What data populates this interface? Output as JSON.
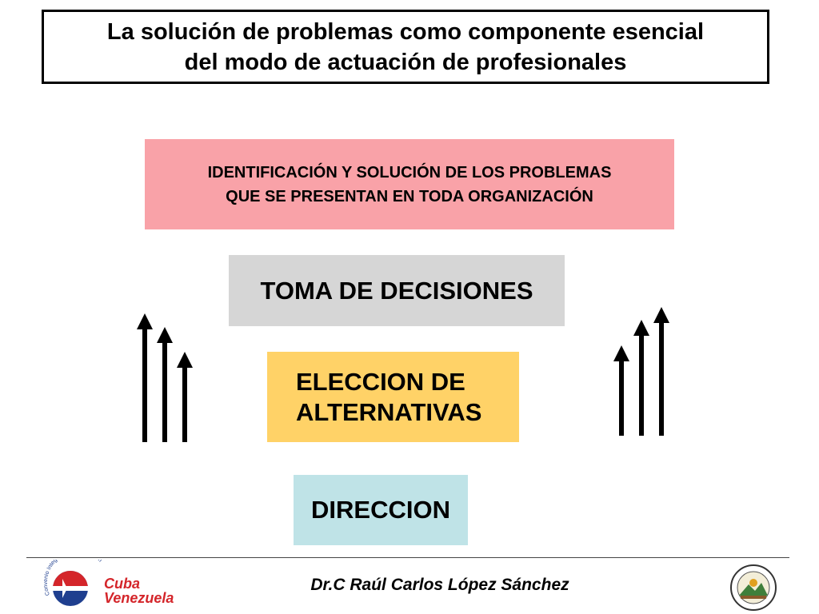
{
  "title": "La solución de problemas como componente esencial\ndel modo de actuación de profesionales",
  "boxes": {
    "identificacion": "IDENTIFICACIÓN Y SOLUCIÓN DE LOS PROBLEMAS\nQUE SE PRESENTAN EN TODA ORGANIZACIÓN",
    "toma_decisiones": "TOMA DE DECISIONES",
    "eleccion": "ELECCION DE\n ALTERNATIVAS",
    "direccion": "DIRECCION"
  },
  "colors": {
    "pink": "#f9a2a8",
    "gray": "#d6d6d6",
    "orange": "#ffd267",
    "blue": "#bfe3e7",
    "logo_red": "#d4252a",
    "logo_blue": "#1f3f8f"
  },
  "footer": {
    "author": "Dr.C Raúl Carlos López Sánchez"
  },
  "logos": {
    "left_line1": "Cuba",
    "left_line2": "Venezuela",
    "left_arc": "Convenio Integral de Cooperación"
  }
}
